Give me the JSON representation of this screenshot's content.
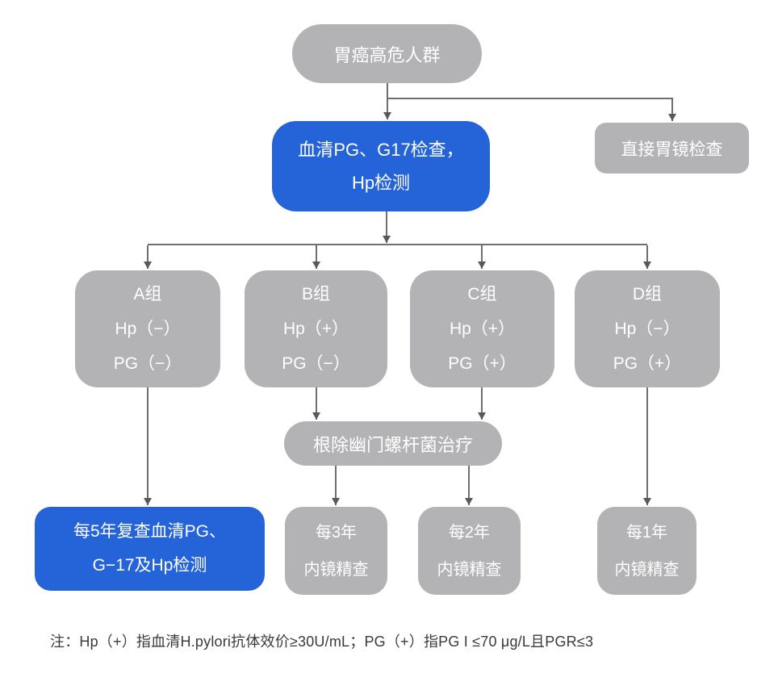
{
  "colors": {
    "node_gray": "#b3b3b5",
    "node_blue": "#2563d9",
    "connector_line": "#6f6f6f",
    "arrowhead": "#58595b",
    "node_text": "#ffffff",
    "note_text": "#3a3a3a"
  },
  "nodes": {
    "root": {
      "label": "胃癌高危人群"
    },
    "serum_test": {
      "line1": "血清PG、G17检查，",
      "line2": "Hp检测"
    },
    "direct_gastroscopy": {
      "label": "直接胃镜检查"
    },
    "groups": [
      {
        "title": "A组",
        "hp": "Hp（−）",
        "pg": "PG（−）"
      },
      {
        "title": "B组",
        "hp": "Hp（+）",
        "pg": "PG（−）"
      },
      {
        "title": "C组",
        "hp": "Hp（+）",
        "pg": "PG（+）"
      },
      {
        "title": "D组",
        "hp": "Hp（−）",
        "pg": "PG（+）"
      }
    ],
    "eradication": {
      "label": "根除幽门螺杆菌治疗"
    },
    "review_5y": {
      "line1": "每5年复查血清PG、",
      "line2": "G−17及Hp检测"
    },
    "endoscopy_3y": {
      "line1": "每3年",
      "line2": "内镜精查"
    },
    "endoscopy_2y": {
      "line1": "每2年",
      "line2": "内镜精查"
    },
    "endoscopy_1y": {
      "line1": "每1年",
      "line2": "内镜精查"
    }
  },
  "note": "注：Hp（+）指血清H.pylori抗体效价≥30U/mL；PG（+）指PG I ≤70 μg/L且PGR≤3"
}
